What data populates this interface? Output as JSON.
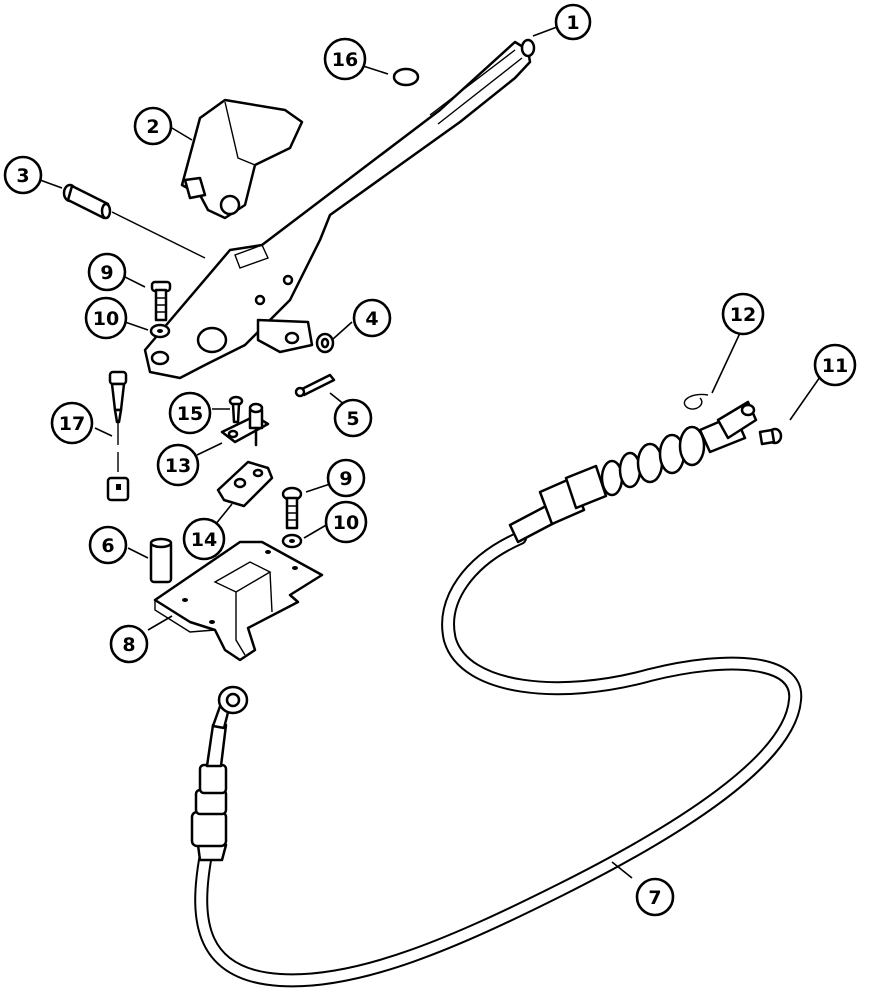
{
  "callouts": [
    {
      "id": "c1",
      "label": "1"
    },
    {
      "id": "c2",
      "label": "2"
    },
    {
      "id": "c3",
      "label": "3"
    },
    {
      "id": "c4",
      "label": "4"
    },
    {
      "id": "c5",
      "label": "5"
    },
    {
      "id": "c6",
      "label": "6"
    },
    {
      "id": "c7",
      "label": "7"
    },
    {
      "id": "c8",
      "label": "8"
    },
    {
      "id": "c9a",
      "label": "9"
    },
    {
      "id": "c9b",
      "label": "9"
    },
    {
      "id": "c10a",
      "label": "10"
    },
    {
      "id": "c10b",
      "label": "10"
    },
    {
      "id": "c11",
      "label": "11"
    },
    {
      "id": "c12",
      "label": "12"
    },
    {
      "id": "c13",
      "label": "13"
    },
    {
      "id": "c14",
      "label": "14"
    },
    {
      "id": "c15",
      "label": "15"
    },
    {
      "id": "c16",
      "label": "16"
    },
    {
      "id": "c17",
      "label": "17"
    }
  ]
}
